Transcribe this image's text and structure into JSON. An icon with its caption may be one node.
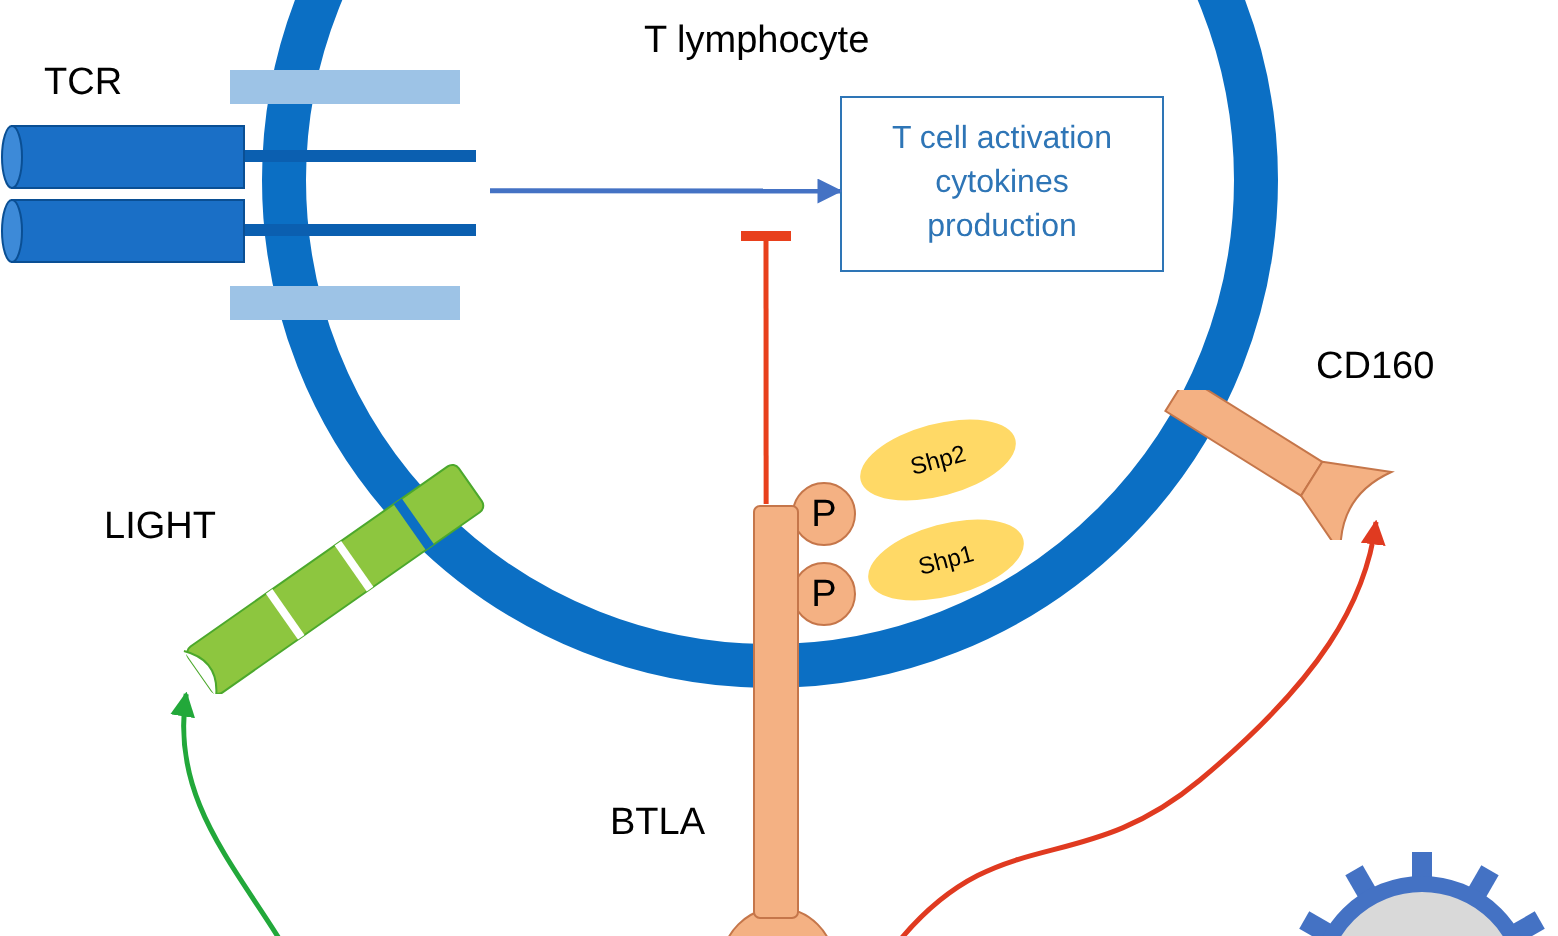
{
  "diagram": {
    "nodes": [
      {
        "text": [
          "T lymphocyte"
        ]
      },
      {
        "text": [
          "TCR"
        ]
      },
      {
        "text": [
          "T cell activation cytokines production"
        ],
        "in": 0
      },
      {
        "text": [
          "Shp2"
        ],
        "in": 0
      },
      {
        "text": [
          "Shp1"
        ],
        "in": 0
      },
      {
        "text": [
          "P"
        ],
        "in": 0
      },
      {
        "text": [
          "P"
        ],
        "in": 0
      },
      {
        "text": [],
        "shape": "bar",
        "beside": [
          "BTLA"
        ]
      },
      {
        "text": [],
        "shape": "picture",
        "beside": [
          "LIGHT"
        ]
      },
      {
        "text": [],
        "shape": "picture",
        "beside": [
          "CD160"
        ]
      },
      {
        "text": [],
        "shape": "circle"
      }
    ],
    "edges": [
      {
        "from": 1,
        "to": 2,
        "arrow": "to",
        "color": "#4472c4"
      },
      {
        "from": 7,
        "to": null,
        "arrow": "other",
        "color": "#e8401c"
      },
      {
        "from": null,
        "to": 8,
        "arrow": "to",
        "color": "#22a83a"
      },
      {
        "from": null,
        "to": 9,
        "arrow": "to",
        "color": "#e03a20"
      }
    ]
  }
}
